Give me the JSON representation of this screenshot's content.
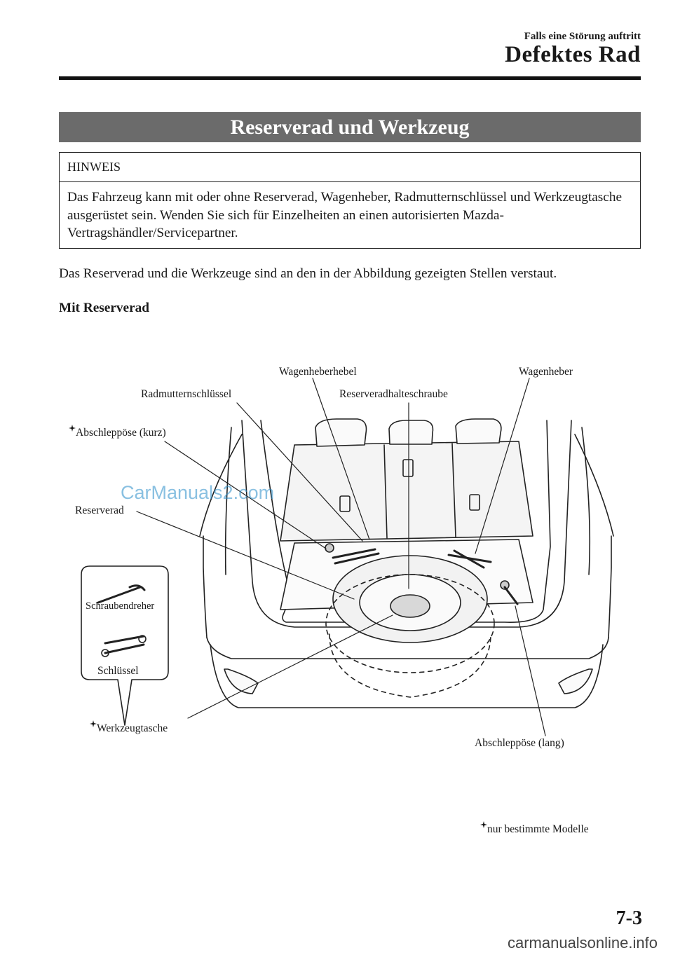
{
  "header": {
    "section": "Falls eine Störung auftritt",
    "title": "Defektes Rad"
  },
  "banner": {
    "title": "Reserverad und Werkzeug"
  },
  "note": {
    "title": "HINWEIS",
    "body": "Das Fahrzeug kann mit oder ohne Reserverad, Wagenheber, Radmutternschlüssel und Werkzeugtasche ausgerüstet sein. Wenden Sie sich für Einzelheiten an einen autorisierten Mazda-Vertragshändler/Servicepartner."
  },
  "intro": "Das Reserverad und die Werkzeuge sind an den in der Abbildung gezeigten Stellen verstaut.",
  "subheading": "Mit Reserverad",
  "figure": {
    "labels": {
      "jack_lever": "Wagenheberhebel",
      "jack": "Wagenheber",
      "lug_wrench": "Radmutternschlüssel",
      "spare_bolt": "Reserveradhalteschraube",
      "tow_short": "Abschleppöse (kurz)",
      "spare_tire": "Reserverad",
      "screwdriver": "Schraubendreher",
      "wrench": "Schlüssel",
      "tool_bag": "Werkzeugtasche",
      "tow_long": "Abschleppöse (lang)"
    }
  },
  "footnote": "nur bestimmte Modelle",
  "page_number": "7-3",
  "watermark": "CarManuals2.com",
  "site_watermark": "carmanualsonline.info"
}
